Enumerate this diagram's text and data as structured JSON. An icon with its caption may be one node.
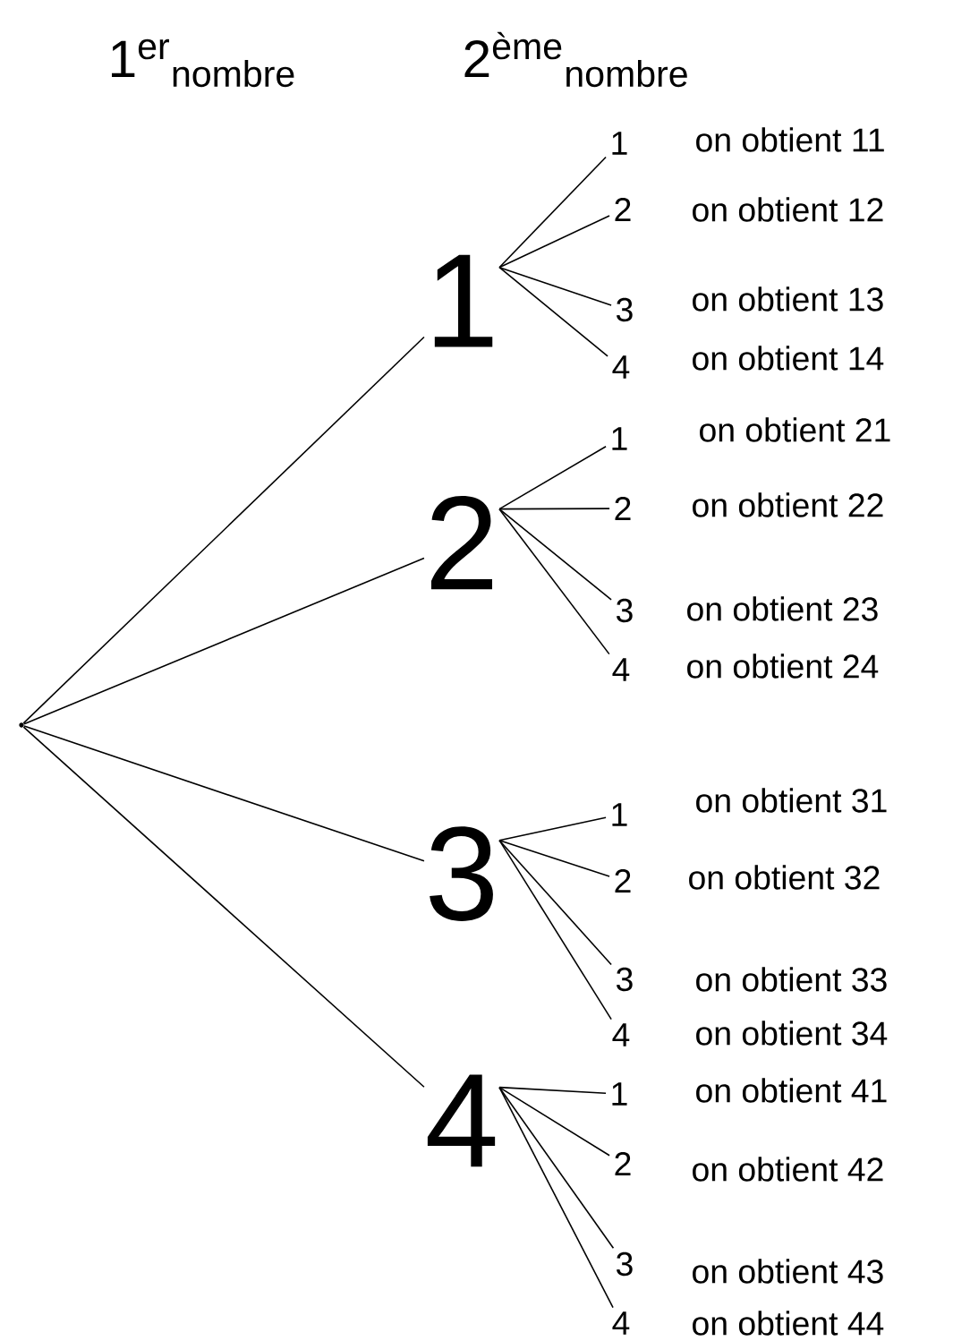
{
  "diagram": {
    "nodes": [
      {
        "text": [],
        "shape": "point"
      },
      {
        "text": [
          "1"
        ]
      },
      {
        "text": [
          "1"
        ],
        "beside": [
          "on obtient 11"
        ]
      },
      {
        "text": [
          "2"
        ],
        "beside": [
          "on obtient 12"
        ]
      },
      {
        "text": [
          "3"
        ],
        "beside": [
          "on obtient 13"
        ]
      },
      {
        "text": [
          "4"
        ],
        "beside": [
          "on obtient 14"
        ]
      },
      {
        "text": [
          "2"
        ]
      },
      {
        "text": [
          "1"
        ],
        "beside": [
          "on obtient 21"
        ]
      },
      {
        "text": [
          "2"
        ],
        "beside": [
          "on obtient 22"
        ]
      },
      {
        "text": [
          "3"
        ],
        "beside": [
          "on obtient 23"
        ]
      },
      {
        "text": [
          "4"
        ],
        "beside": [
          "on obtient 24"
        ]
      },
      {
        "text": [
          "3"
        ]
      },
      {
        "text": [
          "1"
        ],
        "beside": [
          "on obtient 31"
        ]
      },
      {
        "text": [
          "2"
        ],
        "beside": [
          "on obtient 32"
        ]
      },
      {
        "text": [
          "3"
        ],
        "beside": [
          "on obtient 33"
        ]
      },
      {
        "text": [
          "4"
        ],
        "beside": [
          "on obtient 34"
        ]
      },
      {
        "text": [
          "4"
        ]
      },
      {
        "text": [
          "1"
        ],
        "beside": [
          "on obtient 41"
        ]
      },
      {
        "text": [
          "2"
        ],
        "beside": [
          "on obtient 42"
        ]
      },
      {
        "text": [
          "3"
        ],
        "beside": [
          "on obtient 43"
        ]
      },
      {
        "text": [
          "4"
        ],
        "beside": [
          "on obtient 44"
        ]
      }
    ],
    "edges": [
      {
        "from": 0,
        "to": 1,
        "arrow": "none"
      },
      {
        "from": 0,
        "to": 6,
        "arrow": "none"
      },
      {
        "from": 0,
        "to": 11,
        "arrow": "none"
      },
      {
        "from": 0,
        "to": 16,
        "arrow": "none"
      },
      {
        "from": 1,
        "to": 2,
        "arrow": "none"
      },
      {
        "from": 1,
        "to": 3,
        "arrow": "none"
      },
      {
        "from": 1,
        "to": 4,
        "arrow": "none"
      },
      {
        "from": 1,
        "to": 5,
        "arrow": "none"
      },
      {
        "from": 6,
        "to": 7,
        "arrow": "none"
      },
      {
        "from": 6,
        "to": 8,
        "arrow": "none"
      },
      {
        "from": 6,
        "to": 9,
        "arrow": "none"
      },
      {
        "from": 6,
        "to": 10,
        "arrow": "none"
      },
      {
        "from": 11,
        "to": 12,
        "arrow": "none"
      },
      {
        "from": 11,
        "to": 13,
        "arrow": "none"
      },
      {
        "from": 11,
        "to": 14,
        "arrow": "none"
      },
      {
        "from": 11,
        "to": 15,
        "arrow": "none"
      },
      {
        "from": 16,
        "to": 17,
        "arrow": "none"
      },
      {
        "from": 16,
        "to": 18,
        "arrow": "none"
      },
      {
        "from": 16,
        "to": 19,
        "arrow": "none"
      },
      {
        "from": 16,
        "to": 20,
        "arrow": "none"
      }
    ],
    "labels": [
      "1$^{er}$$_{nombre}$",
      "2$^{ème}$$_{nombre}$"
    ]
  }
}
